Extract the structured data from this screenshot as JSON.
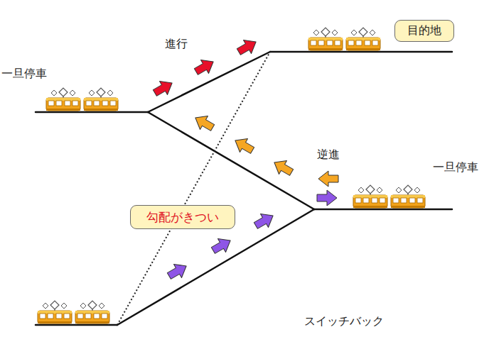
{
  "diagram": {
    "nodes": [
      {
        "text": [
          "目的地"
        ]
      },
      {
        "text": [
          "勾配がきつい"
        ]
      }
    ],
    "labels": [
      "一旦停車",
      "進行",
      "逆進",
      "一旦停車",
      "スイッチバック"
    ]
  }
}
